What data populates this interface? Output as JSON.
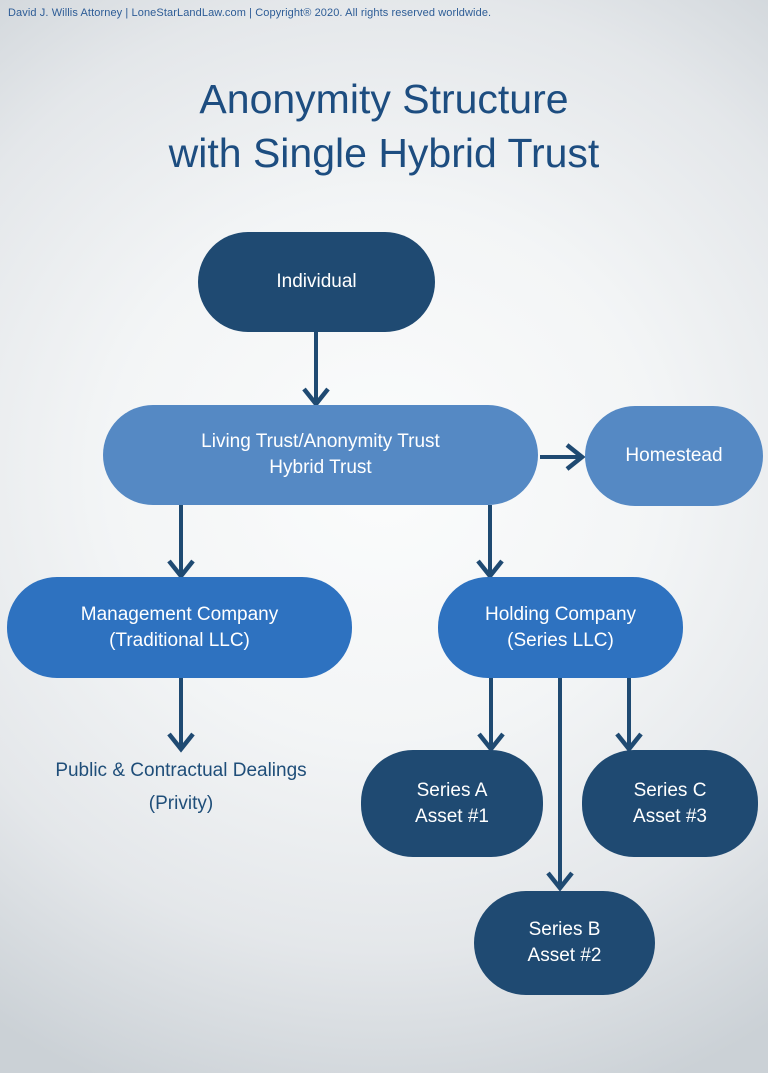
{
  "header": {
    "text": "David J. Willis Attorney  |  LoneStarLandLaw.com  |  Copyright® 2020. All rights reserved worldwide."
  },
  "title": {
    "line1": "Anonymity Structure",
    "line2": "with Single Hybrid Trust"
  },
  "diagram": {
    "nodes": {
      "individual": {
        "label": "Individual"
      },
      "living_trust": {
        "line1": "Living Trust/Anonymity Trust",
        "line2": "Hybrid Trust"
      },
      "homestead": {
        "label": "Homestead"
      },
      "management_company": {
        "line1": "Management Company",
        "line2": "(Traditional LLC)"
      },
      "holding_company": {
        "line1": "Holding Company",
        "line2": "(Series LLC)"
      },
      "series_a": {
        "line1": "Series A",
        "line2": "Asset #1"
      },
      "series_b": {
        "line1": "Series B",
        "line2": "Asset #2"
      },
      "series_c": {
        "line1": "Series C",
        "line2": "Asset #3"
      }
    },
    "annotation": {
      "line1": "Public & Contractual Dealings",
      "line2": "(Privity)"
    },
    "colors": {
      "node_dark": "#1f4a72",
      "node_medium": "#2e72c0",
      "node_light": "#5589c4",
      "arrow": "#1f4a72",
      "title_text": "#1d4d80",
      "header_text": "#2d5c96",
      "annotation_text": "#1f4e79",
      "node_text": "#ffffff"
    }
  }
}
